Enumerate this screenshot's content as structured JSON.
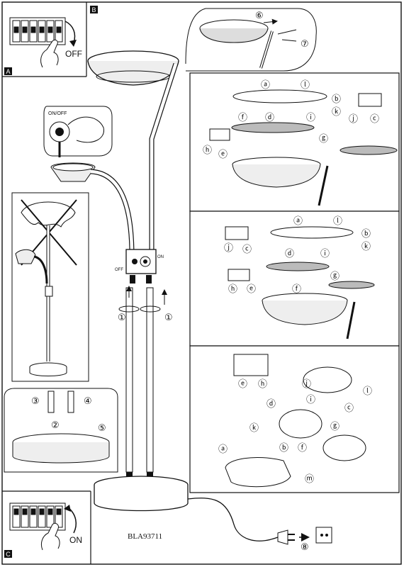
{
  "corners": {
    "a": "A",
    "b": "B",
    "c": "C"
  },
  "switch_texts": {
    "on_off": "ON/OFF",
    "off": "OFF",
    "on": "ON",
    "dim_off": "OFF",
    "dim_on": "ON"
  },
  "breaker": {
    "top_label": "OFF",
    "bottom_label": "ON"
  },
  "model_code": "BLA93711",
  "steps": {
    "s1": "①",
    "s2": "②",
    "s3": "③",
    "s4": "④",
    "s5": "⑤",
    "s6": "⑥",
    "s7": "⑦",
    "s8": "⑧"
  },
  "parts": {
    "a": "ⓐ",
    "b": "ⓑ",
    "c": "ⓒ",
    "d": "ⓓ",
    "e": "ⓔ",
    "f": "ⓕ",
    "g": "ⓖ",
    "h": "ⓗ",
    "i": "ⓘ",
    "j": "ⓙ",
    "k": "ⓚ",
    "l": "ⓛ",
    "m": "ⓜ"
  }
}
